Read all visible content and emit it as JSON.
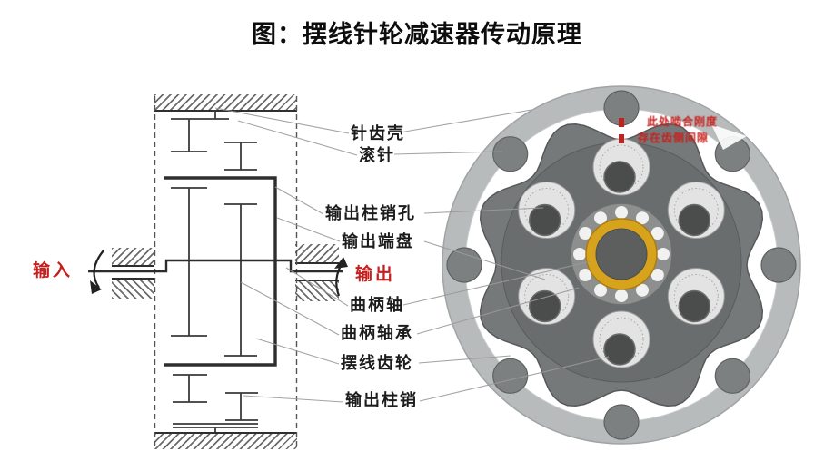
{
  "title": "图：摆线针轮减速器传动原理",
  "io_labels": {
    "input": "输入",
    "output": "输出"
  },
  "part_labels": {
    "pin_gear_housing": "针齿壳",
    "roller_pin": "滚针",
    "output_pin_hole": "输出柱销孔",
    "output_end_disc": "输出端盘",
    "crank_shaft": "曲柄轴",
    "crank_bearing": "曲柄轴承",
    "cycloid_gear": "摆线齿轮",
    "output_pin": "输出柱销"
  },
  "annotation": {
    "line1": "此处啮合刚度",
    "line2": "存在齿侧间隙"
  },
  "colors": {
    "accent_red": "#c5201d",
    "bearing_gold": "#d8a31c",
    "housing_gray": "#b7bbbb",
    "gear_gray": "#767979",
    "pin_gray": "#7d8080",
    "leader_gray": "#9a9a9a"
  }
}
